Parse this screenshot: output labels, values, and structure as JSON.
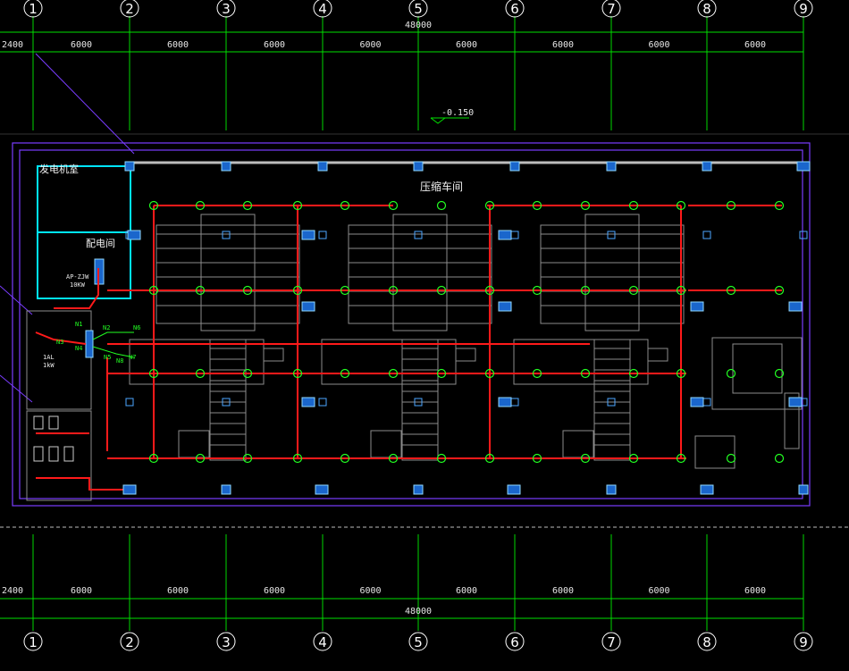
{
  "axes": [
    "1",
    "2",
    "3",
    "4",
    "5",
    "6",
    "7",
    "8",
    "9"
  ],
  "dimensions": {
    "total": "48000",
    "left_offset": "2400",
    "spans": [
      "6000",
      "6000",
      "6000",
      "6000",
      "6000",
      "6000",
      "6000",
      "6000"
    ]
  },
  "level_mark": "-0.150",
  "rooms": {
    "compressor_hall": "压缩车间",
    "generator_room": "发电机室",
    "distribution_room": "配电间"
  },
  "labels": {
    "panel_ap": "AP-ZJW",
    "panel_ap_sub": "10KW",
    "panel_1al": "1AL",
    "panel_1al_sub": "1kW",
    "circuit_n1": "N1",
    "circuit_n2": "N2",
    "circuit_n3": "N3",
    "circuit_n4": "N4",
    "circuit_n5": "N5",
    "circuit_n6": "N6",
    "circuit_n7": "N7",
    "circuit_n8": "N8"
  },
  "colors": {
    "background": "#000000",
    "axis_grid": "#00d600",
    "wall": "#7a3cff",
    "lighting_circuit": "#ff1a1a",
    "distribution_room_wall": "#00e5ff",
    "column": "#1a66cc",
    "equipment": "#8c8c8c"
  }
}
